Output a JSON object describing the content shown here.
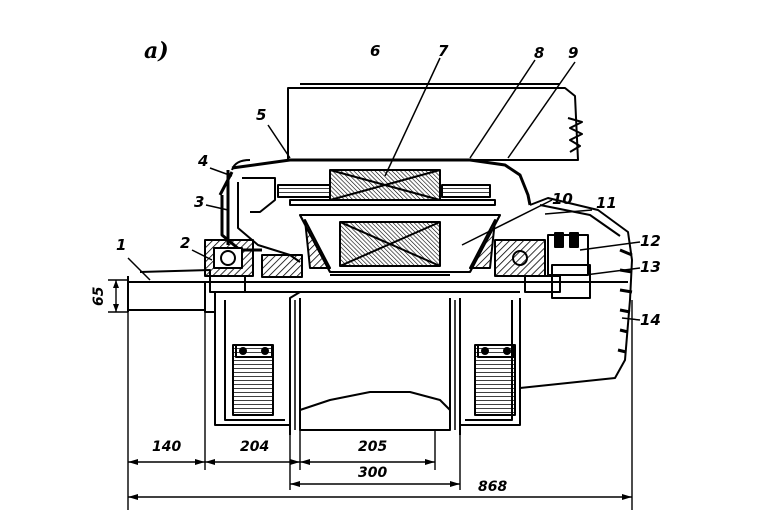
{
  "figure": {
    "panel_label": "a)",
    "callouts": [
      "1",
      "2",
      "3",
      "4",
      "5",
      "6",
      "7",
      "8",
      "9",
      "10",
      "11",
      "12",
      "13",
      "14"
    ],
    "dimensions": {
      "shaft_dia": "65",
      "d140": "140",
      "d204": "204",
      "d205": "205",
      "d300": "300",
      "d868": "868"
    }
  }
}
